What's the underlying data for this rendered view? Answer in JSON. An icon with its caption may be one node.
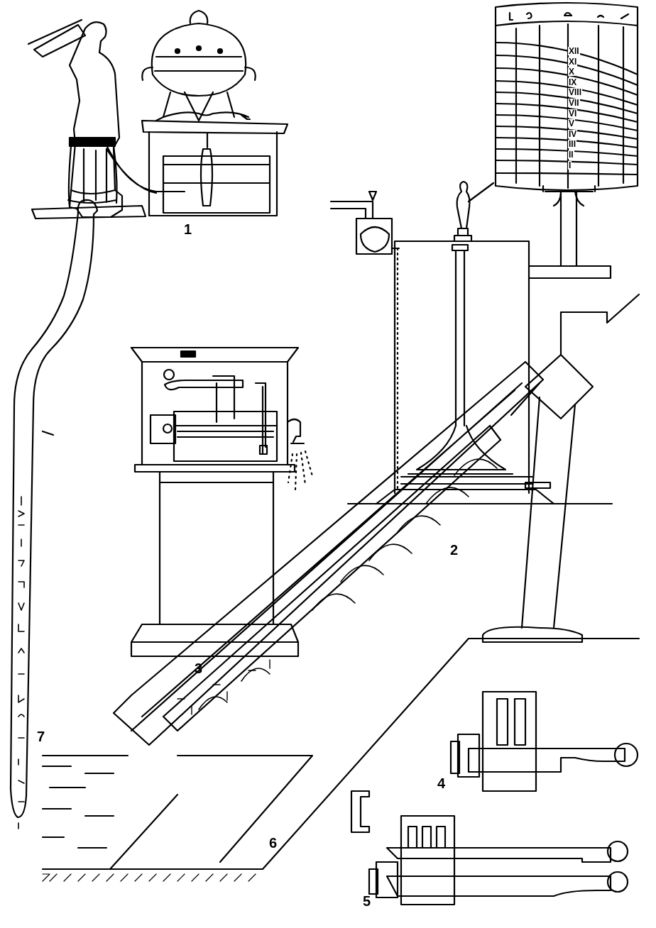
{
  "diagram": {
    "labels": [
      "XII",
      "XI",
      "X",
      "IX",
      "VIII",
      "VII",
      "VI",
      "V",
      "IV",
      "III",
      "II",
      "I",
      "1",
      "2",
      "3",
      "7",
      "6",
      "4",
      "5"
    ]
  }
}
